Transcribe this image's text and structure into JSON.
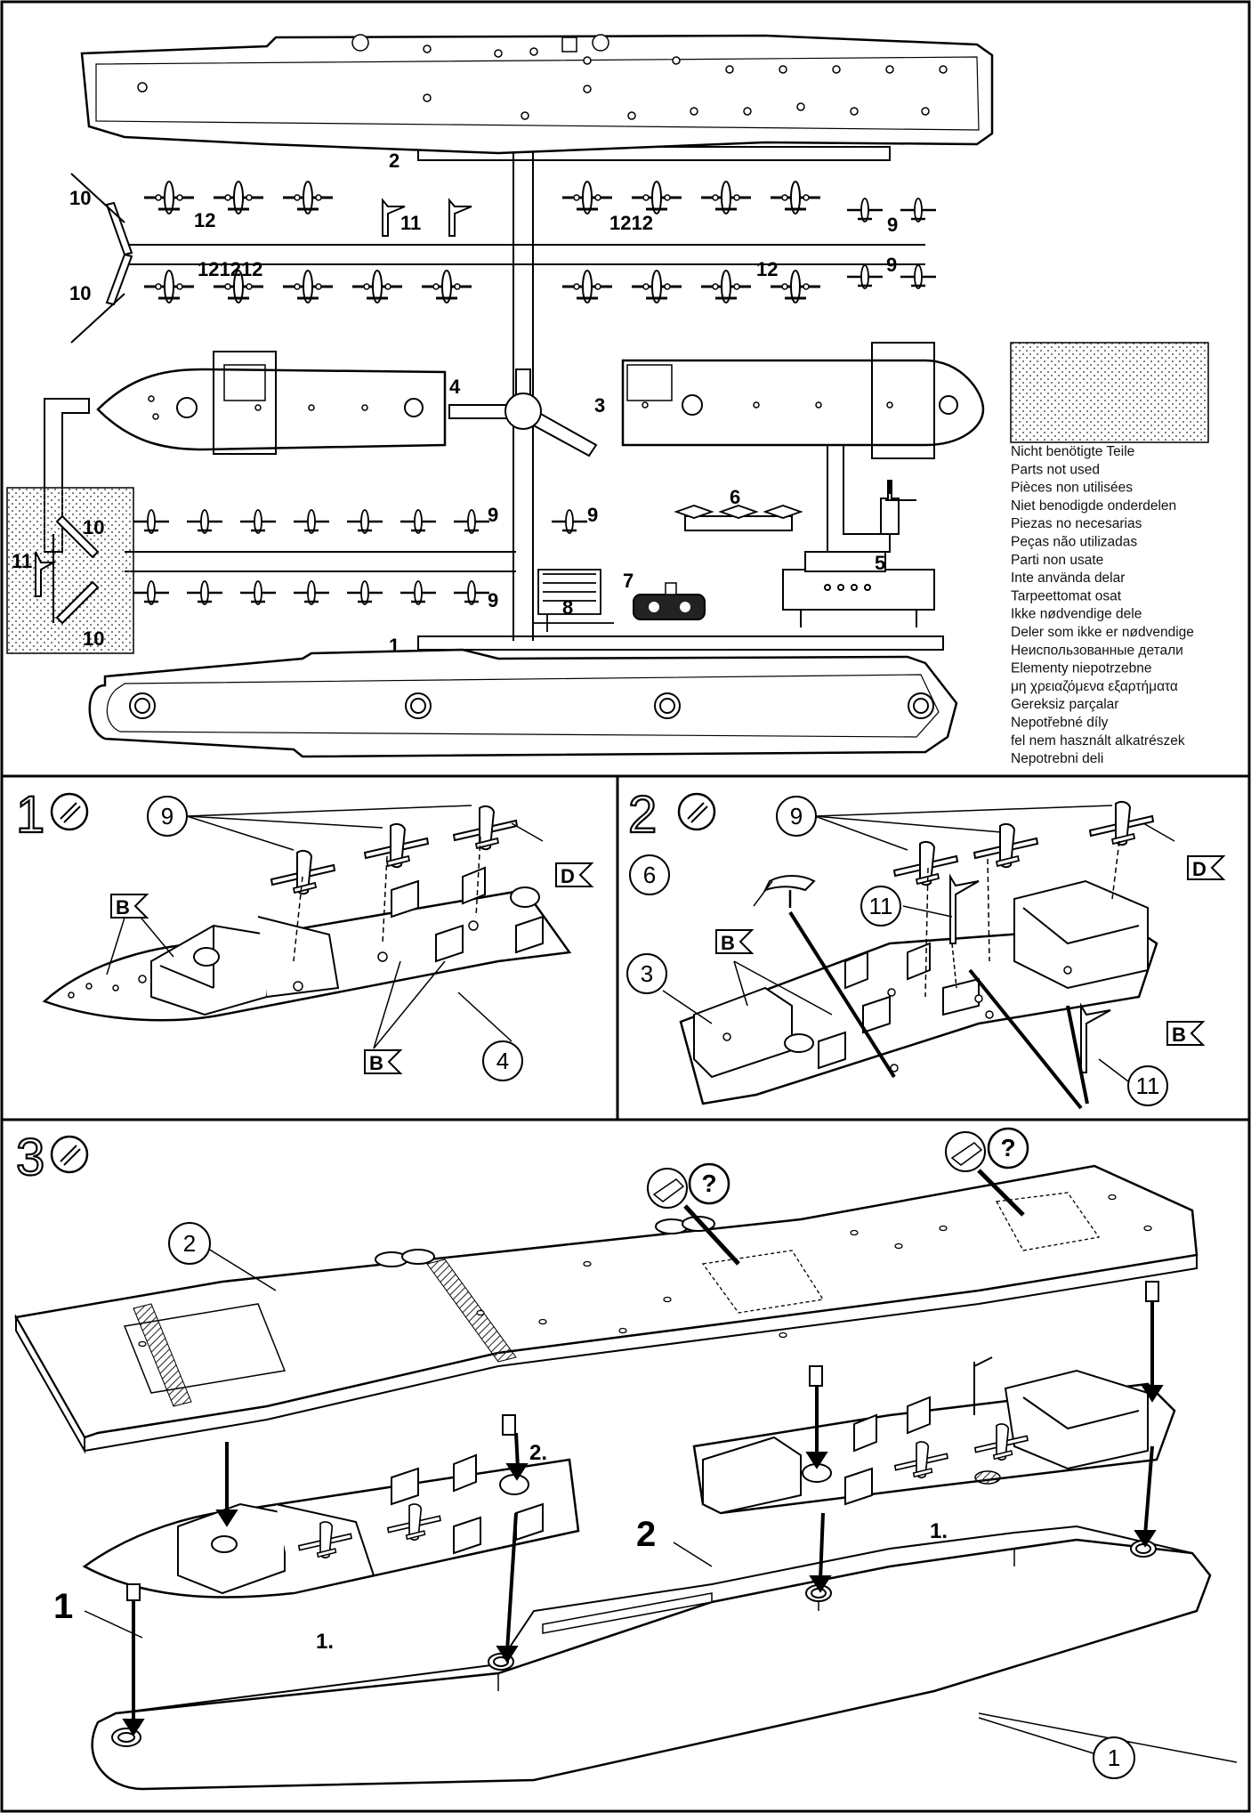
{
  "sprue_labels": {
    "p1": "1",
    "p2": "2",
    "p3": "3",
    "p4": "4",
    "p5": "5",
    "p6": "6",
    "p7": "7",
    "p8": "8",
    "p9": "9",
    "p10": "10",
    "p11": "11",
    "p12": "12",
    "p1212": "1212",
    "p121212": "121212"
  },
  "legend": {
    "lines": [
      "Nicht benötigte Teile",
      "Parts not used",
      "Pièces non utilisées",
      "Niet benodigde onderdelen",
      "Piezas no necesarias",
      "Peças não utilizadas",
      "Parti non usate",
      "Inte använda delar",
      "Tarpeettomat osat",
      "Ikke nødvendige dele",
      "Deler som ikke er nødvendige",
      "Неиспользованные детали",
      "Elementy niepotrzebne",
      "μη χρειαζόμενα εξαρτήματα",
      "Gereksiz parçalar",
      "Nepotřebné díly",
      "fel nem használt alkatrészek",
      "Nepotrebni deli"
    ]
  },
  "steps": {
    "s1": {
      "number": "1",
      "callouts": {
        "planes": "9",
        "deck": "4"
      },
      "flags": {
        "b": "B",
        "d": "D"
      }
    },
    "s2": {
      "number": "2",
      "callouts": {
        "planes": "9",
        "part6": "6",
        "part11a": "11",
        "part11b": "11",
        "deck": "3"
      },
      "flags": {
        "b": "B",
        "d": "D"
      }
    },
    "s3": {
      "number": "3",
      "callouts": {
        "flight_deck": "2",
        "hull": "1",
        "q": "?"
      },
      "labels": {
        "big1": "1",
        "big2": "2",
        "sub1a": "1.",
        "sub1b": "1.",
        "sub2": "2."
      }
    }
  }
}
